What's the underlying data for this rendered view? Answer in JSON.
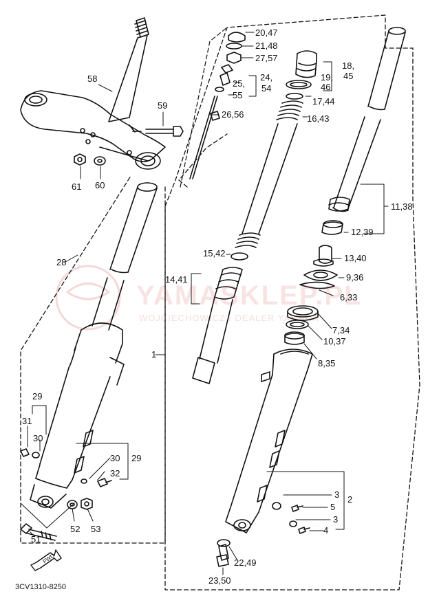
{
  "diagram": {
    "code": "3CV1310-8250",
    "fwd": "FWD",
    "watermark": {
      "brand": "YAMASKLEP.PL",
      "tagline": "WOJCIECHOWICZ I DEALER YAMAHA"
    },
    "labels": [
      {
        "id": "58",
        "text": "58"
      },
      {
        "id": "59",
        "text": "59"
      },
      {
        "id": "61",
        "text": "61"
      },
      {
        "id": "60",
        "text": "60"
      },
      {
        "id": "28",
        "text": "28"
      },
      {
        "id": "29a",
        "text": "29"
      },
      {
        "id": "31",
        "text": "31"
      },
      {
        "id": "30a",
        "text": "30"
      },
      {
        "id": "30b",
        "text": "30"
      },
      {
        "id": "29b",
        "text": "29"
      },
      {
        "id": "32",
        "text": "32"
      },
      {
        "id": "52",
        "text": "52"
      },
      {
        "id": "53",
        "text": "53"
      },
      {
        "id": "51",
        "text": "51"
      },
      {
        "id": "1",
        "text": "1"
      },
      {
        "id": "2047",
        "text": "20,47"
      },
      {
        "id": "2148",
        "text": "21,48"
      },
      {
        "id": "2757",
        "text": "27,57"
      },
      {
        "id": "24",
        "text": "24,"
      },
      {
        "id": "25",
        "text": "25,"
      },
      {
        "id": "54",
        "text": "54"
      },
      {
        "id": "55",
        "text": "55"
      },
      {
        "id": "2656",
        "text": "26,56"
      },
      {
        "id": "18",
        "text": "18,"
      },
      {
        "id": "45",
        "text": "45"
      },
      {
        "id": "19",
        "text": "19,"
      },
      {
        "id": "46",
        "text": "46"
      },
      {
        "id": "1744",
        "text": "17,44"
      },
      {
        "id": "1643",
        "text": "16,43"
      },
      {
        "id": "1542",
        "text": "15,42"
      },
      {
        "id": "1441",
        "text": "14,41"
      },
      {
        "id": "1138",
        "text": "11,38"
      },
      {
        "id": "1239",
        "text": "12,39"
      },
      {
        "id": "1340",
        "text": "13,40"
      },
      {
        "id": "936",
        "text": "9,36"
      },
      {
        "id": "633",
        "text": "6,33"
      },
      {
        "id": "734",
        "text": "7,34"
      },
      {
        "id": "1037",
        "text": "10,37"
      },
      {
        "id": "835",
        "text": "8,35"
      },
      {
        "id": "3a",
        "text": "3"
      },
      {
        "id": "2",
        "text": "2"
      },
      {
        "id": "5",
        "text": "5"
      },
      {
        "id": "3b",
        "text": "3"
      },
      {
        "id": "4",
        "text": "4"
      },
      {
        "id": "2249",
        "text": "22,49"
      },
      {
        "id": "2350",
        "text": "23,50"
      }
    ]
  }
}
